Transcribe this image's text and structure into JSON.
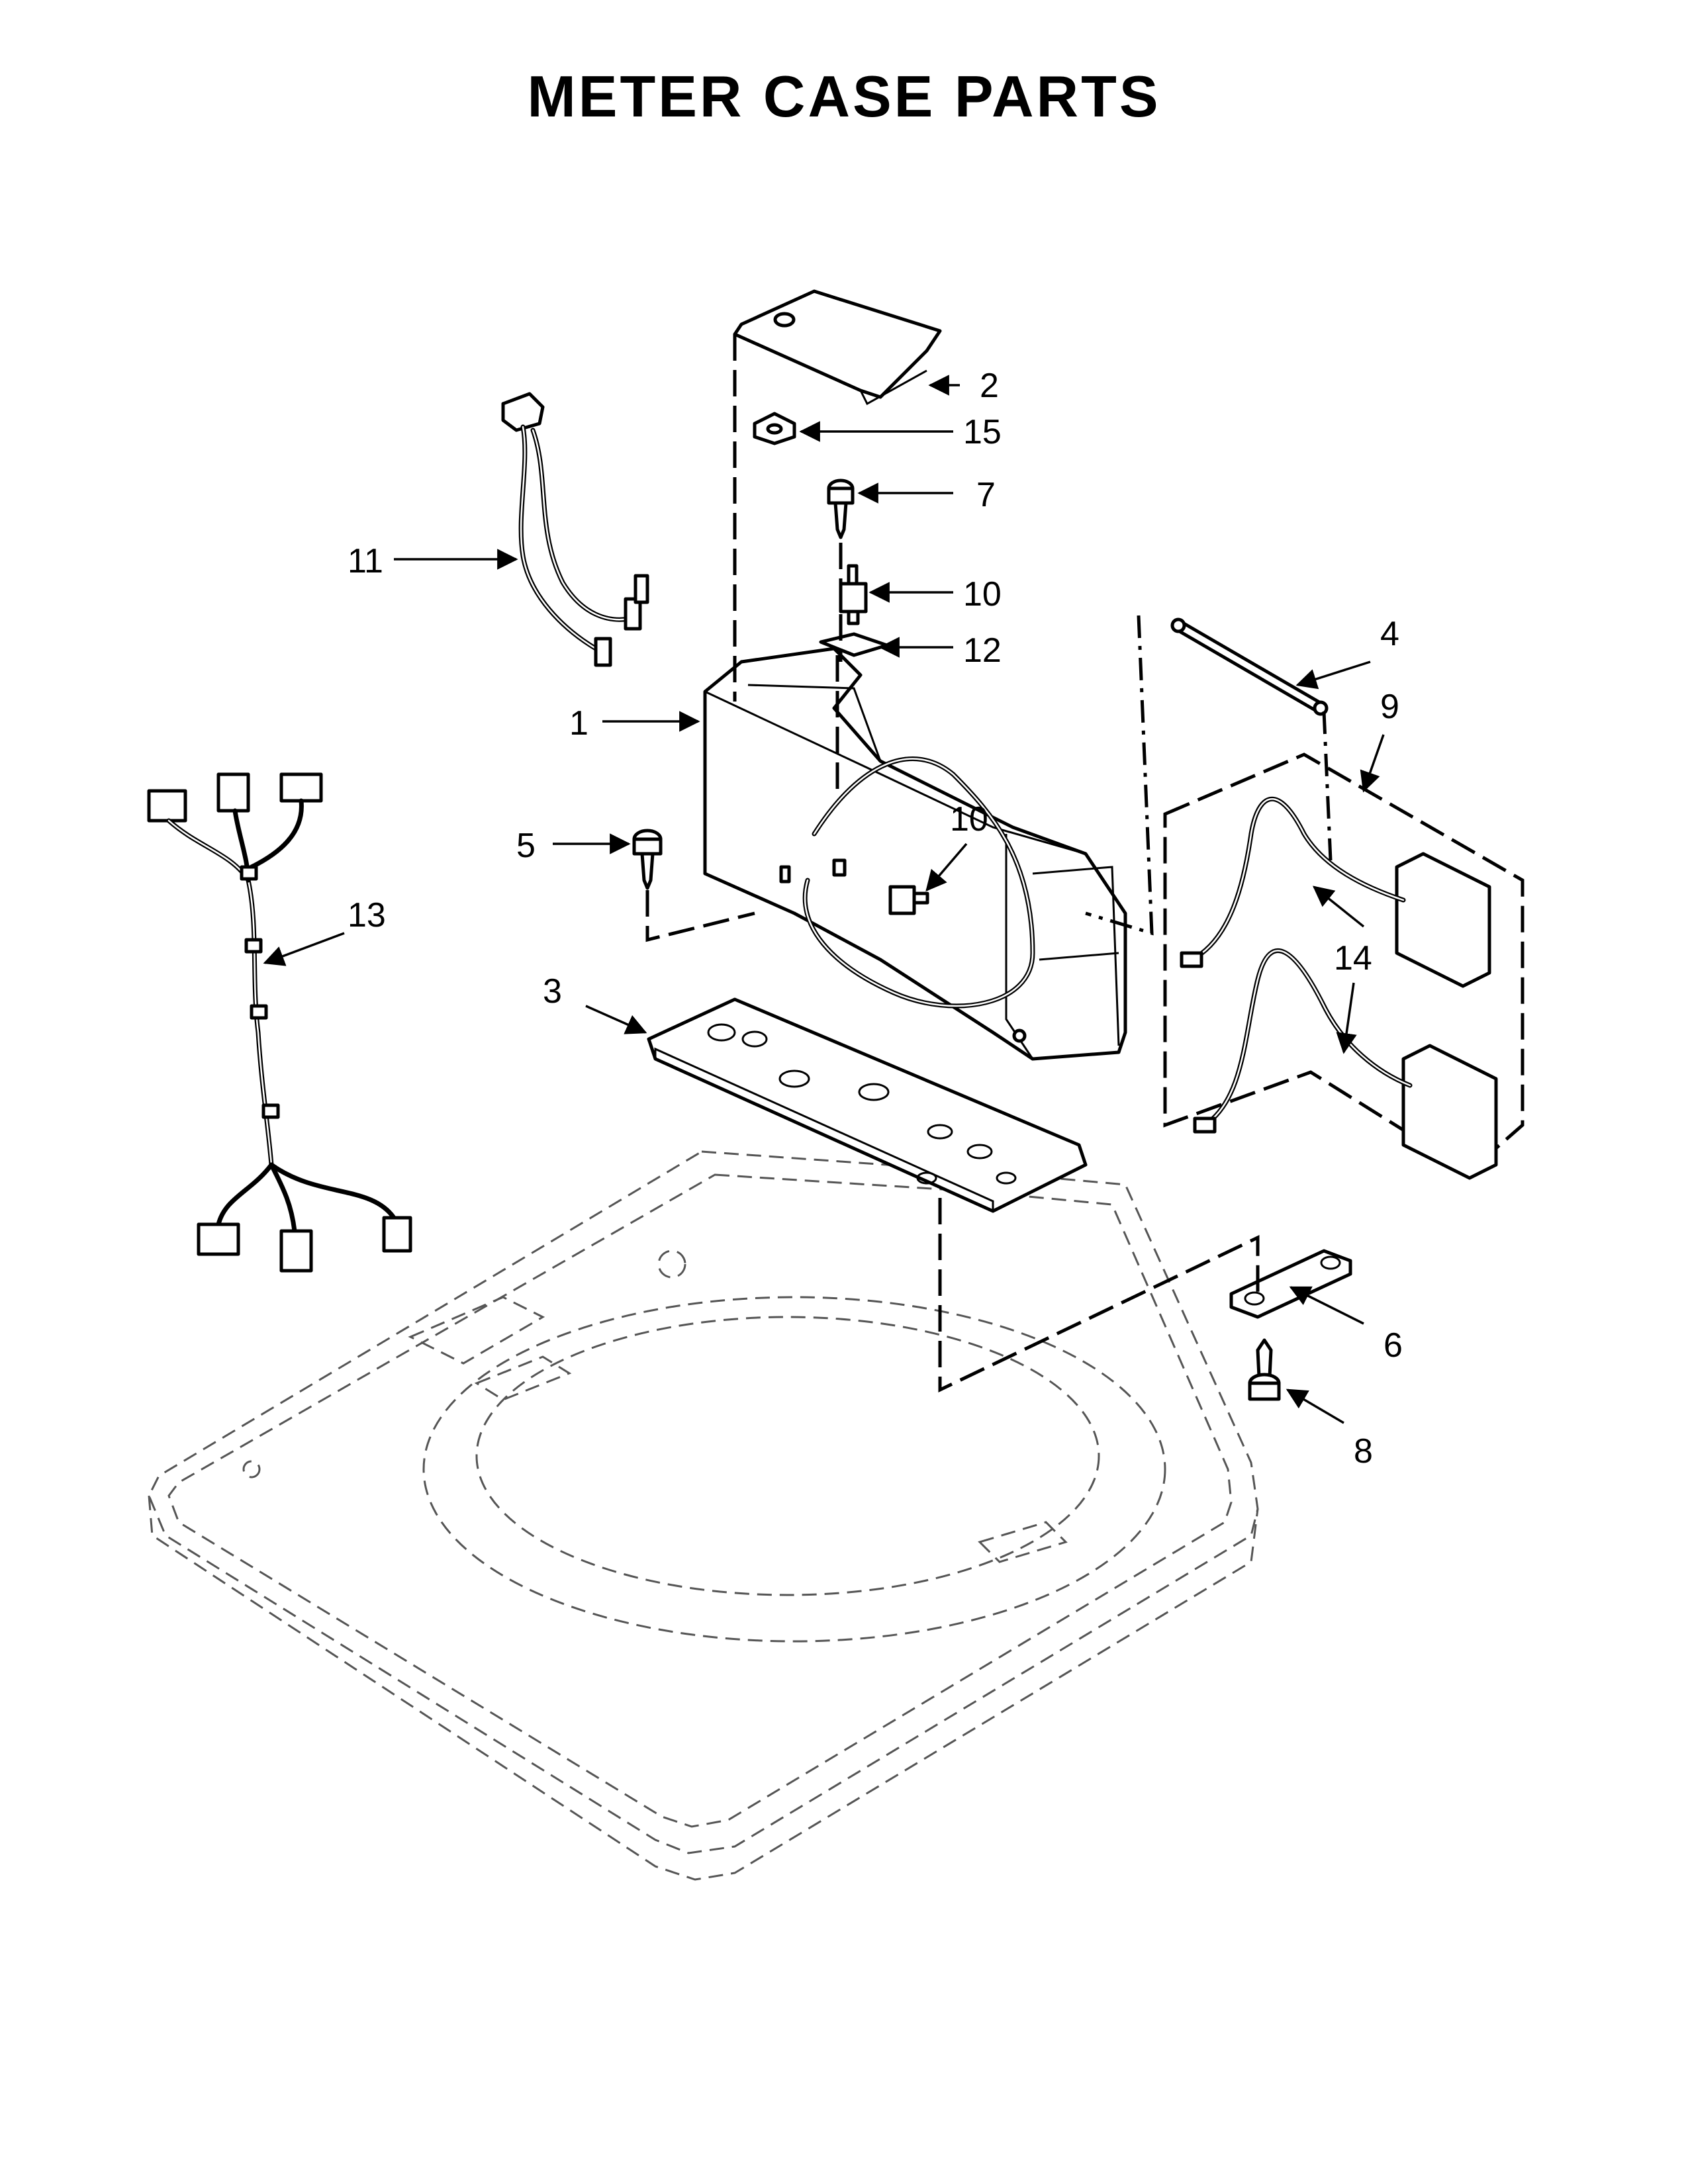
{
  "title": "METER CASE PARTS",
  "callouts": [
    "1",
    "2",
    "3",
    "4",
    "5",
    "6",
    "7",
    "8",
    "9",
    "10",
    "10",
    "11",
    "12",
    "13",
    "14",
    "14",
    "15"
  ]
}
